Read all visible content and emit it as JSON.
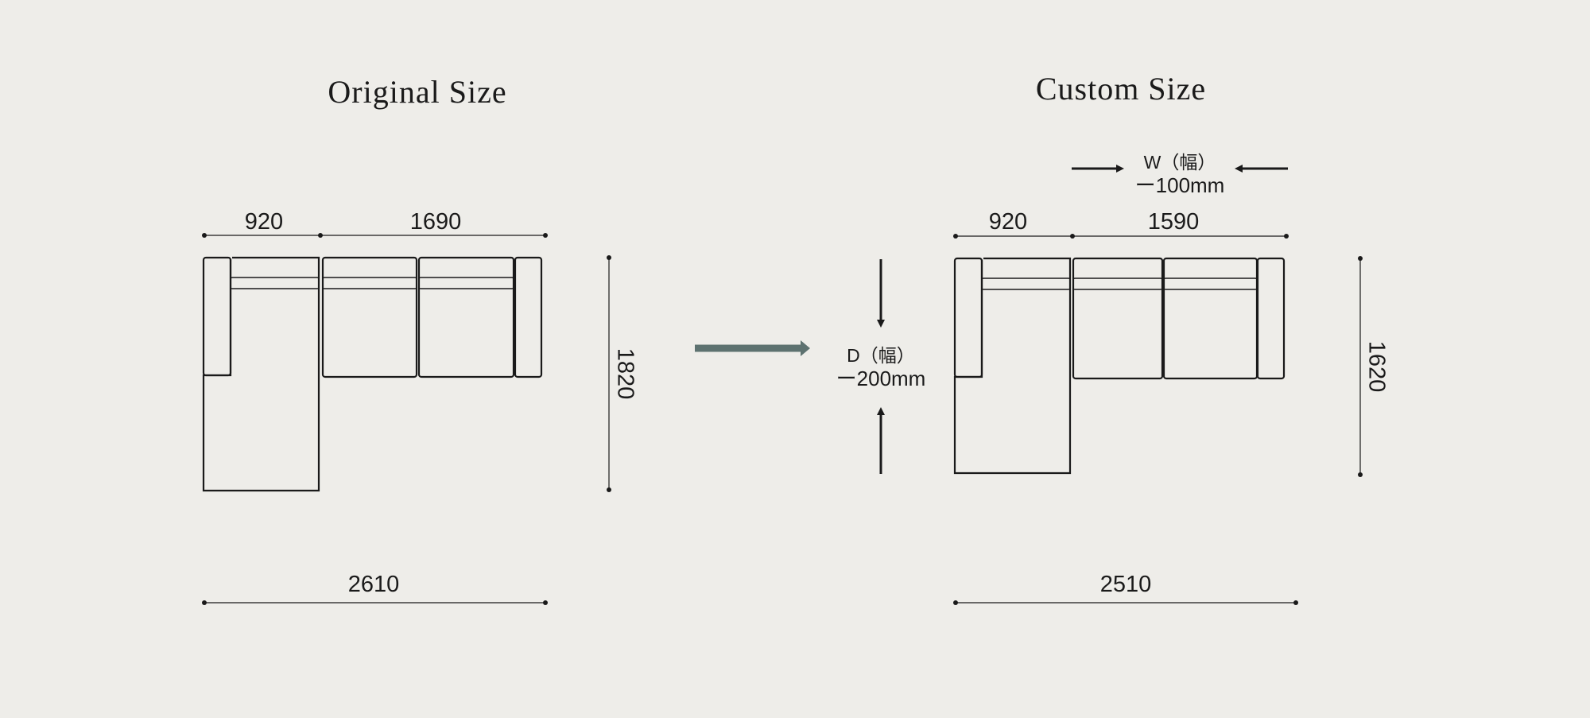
{
  "colors": {
    "background": "#eeede9",
    "line": "#1a1a1a",
    "transform_arrow": "#5d7270"
  },
  "icons": {
    "transform_arrow": "arrow-right-icon",
    "width_arrows": "inward-horizontal-arrows-icon",
    "depth_arrows": "inward-vertical-arrows-icon"
  },
  "original": {
    "title": "Original Size",
    "width_chaise": "920",
    "width_seats": "1690",
    "depth_total": "1820",
    "width_total": "2610"
  },
  "custom": {
    "title": "Custom Size",
    "width_chaise": "920",
    "width_seats": "1590",
    "depth_total": "1620",
    "width_total": "2510",
    "width_note_label": "W（幅）",
    "width_note_value": "ー100mm",
    "depth_note_label": "D（幅）",
    "depth_note_value": "ー200mm"
  }
}
